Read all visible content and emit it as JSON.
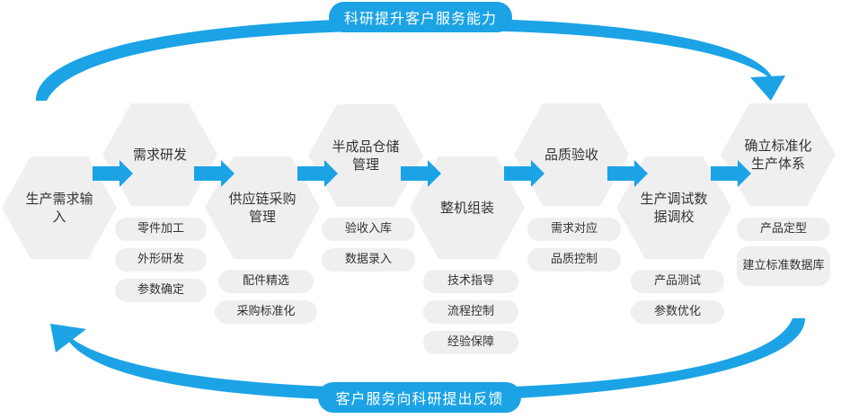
{
  "top_banner": "科研提升客户服务能力",
  "bottom_banner": "客户服务向科研提出反馈",
  "colors": {
    "accent": "#1ba3e6",
    "hexagon": "#efefef",
    "text": "#333333"
  },
  "steps": [
    {
      "title": "生产需求输入",
      "items": []
    },
    {
      "title": "需求研发",
      "items": [
        "零件加工",
        "外形研发",
        "参数确定"
      ]
    },
    {
      "title": "供应链采购管理",
      "items": [
        "配件精选",
        "采购标准化"
      ]
    },
    {
      "title": "半成品仓储管理",
      "items": [
        "验收入库",
        "数据录入"
      ]
    },
    {
      "title": "整机组装",
      "items": [
        "技术指导",
        "流程控制",
        "经验保障"
      ]
    },
    {
      "title": "品质验收",
      "items": [
        "需求对应",
        "品质控制"
      ]
    },
    {
      "title": "生产调试数据调校",
      "items": [
        "产品测试",
        "参数优化"
      ]
    },
    {
      "title": "确立标准化生产体系",
      "items": [
        "产品定型",
        "建立标准数据库"
      ]
    }
  ]
}
